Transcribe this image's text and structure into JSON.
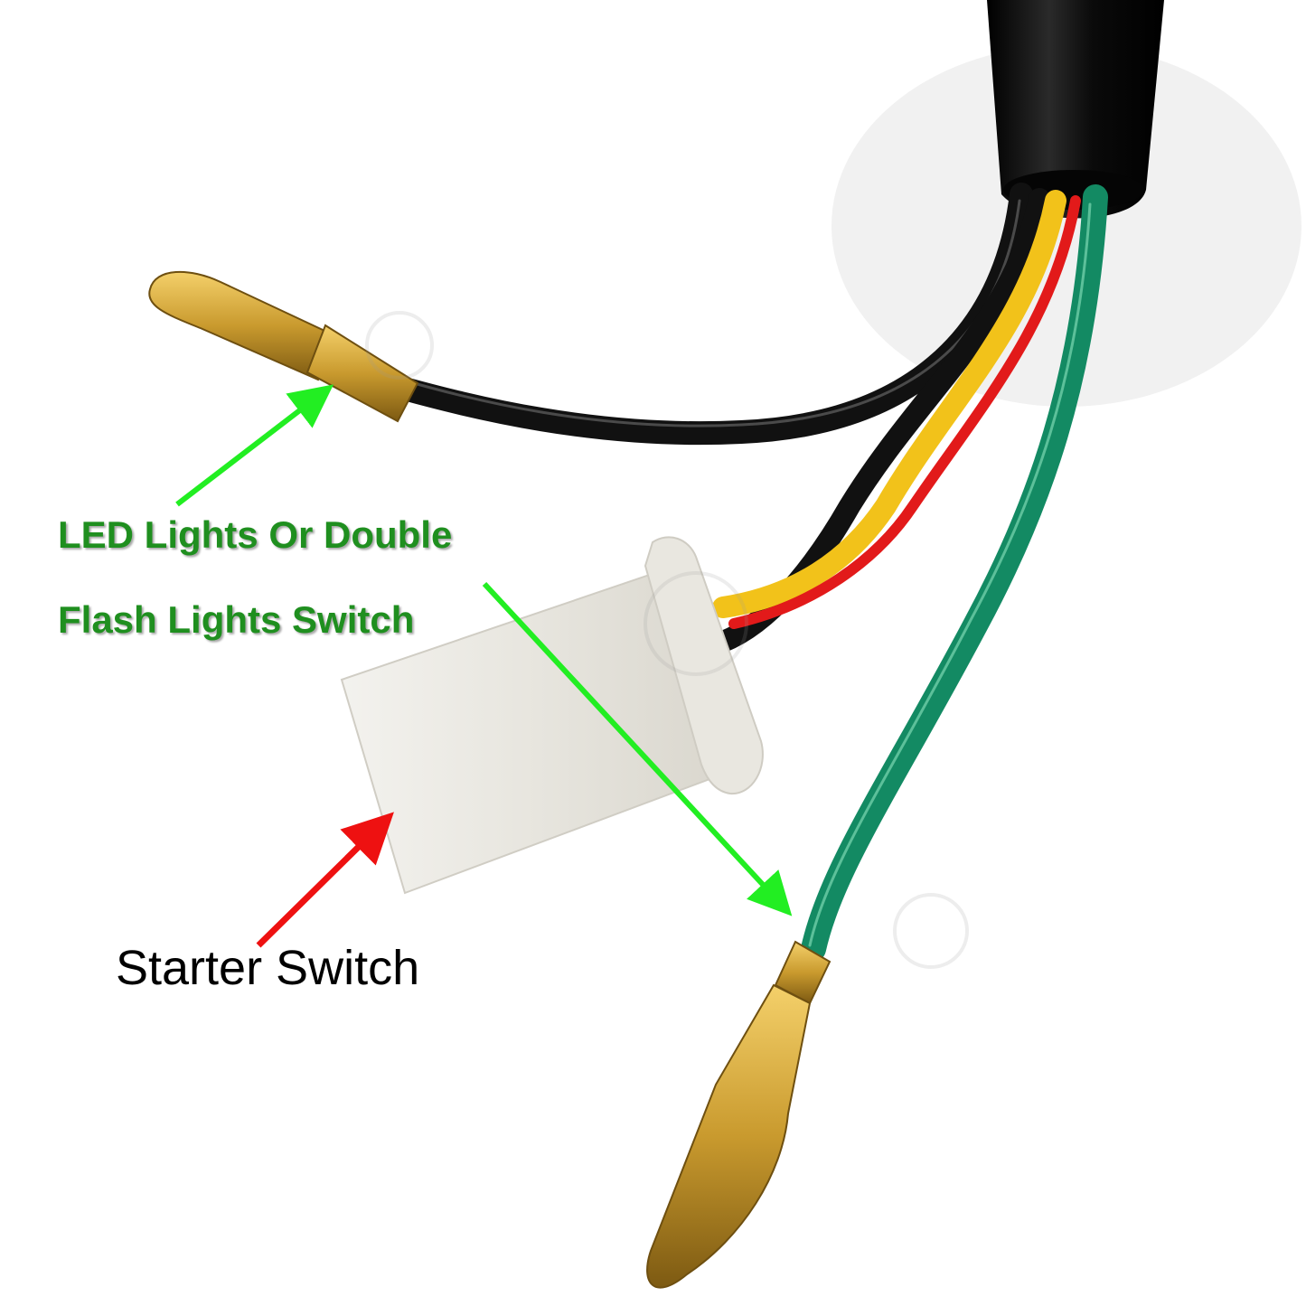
{
  "labels": {
    "led_line1": "LED Lights Or Double",
    "led_line2": "Flash Lights Switch",
    "starter": "Starter Switch"
  },
  "colors": {
    "background": "#ffffff",
    "green_label": "#1f8f1f",
    "green_arrow": "#22ee22",
    "red_arrow": "#ee1111",
    "starter_label": "#000000",
    "sheath": "#0c0c0c",
    "black_wire": "#111111",
    "yellow_wire": "#f2c21a",
    "red_wire": "#e21a1a",
    "green_wire": "#138a63",
    "brass": "#c99a2e",
    "connector": "#ecebe6"
  },
  "icons": {
    "watermark": "copyright-circle-icon"
  }
}
